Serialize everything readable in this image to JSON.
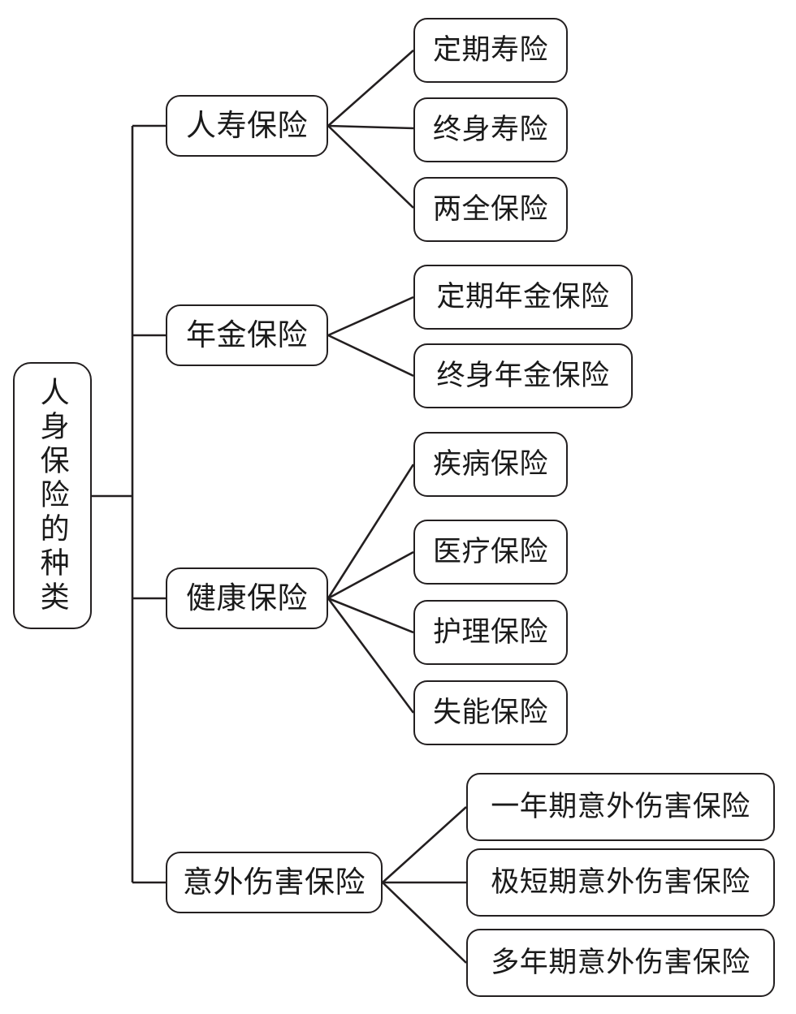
{
  "diagram": {
    "title": "人身保险的种类",
    "type": "tree-mindmap",
    "orientation": "left-to-right",
    "colors": {
      "stroke": "#231f20",
      "text": "#1a1a1a",
      "background": "#ffffff"
    },
    "root": {
      "label": "人身保险的种类",
      "text_direction": "vertical"
    },
    "branches": [
      {
        "label": "人寿保险",
        "children": [
          {
            "label": "定期寿险"
          },
          {
            "label": "终身寿险"
          },
          {
            "label": "两全保险"
          }
        ]
      },
      {
        "label": "年金保险",
        "children": [
          {
            "label": "定期年金保险"
          },
          {
            "label": "终身年金保险"
          }
        ]
      },
      {
        "label": "健康保险",
        "children": [
          {
            "label": "疾病保险"
          },
          {
            "label": "医疗保险"
          },
          {
            "label": "护理保险"
          },
          {
            "label": "失能保险"
          }
        ]
      },
      {
        "label": "意外伤害保险",
        "children": [
          {
            "label": "一年期意外伤害保险"
          },
          {
            "label": "极短期意外伤害保险"
          },
          {
            "label": "多年期意外伤害保险"
          }
        ]
      }
    ]
  }
}
